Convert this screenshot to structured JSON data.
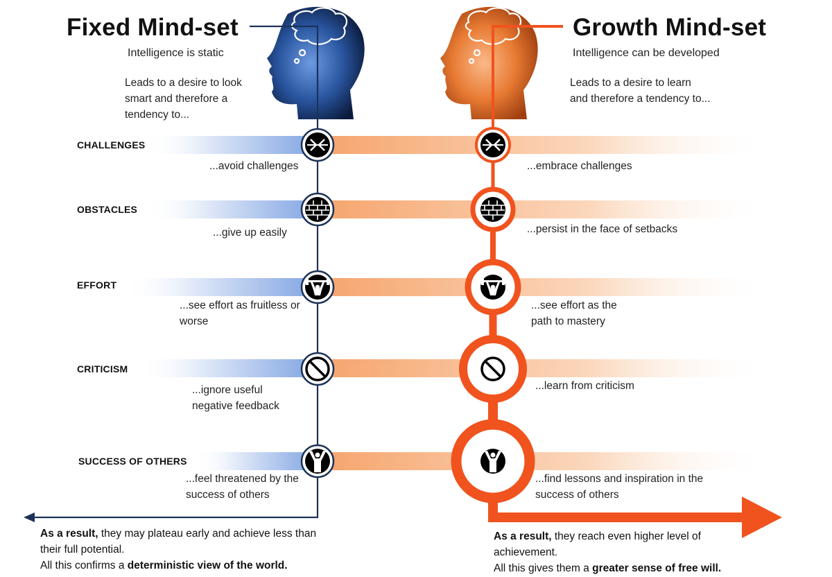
{
  "fixed": {
    "title": "Fixed Mind-set",
    "subtitle": "Intelligence is static",
    "lead": "Leads to a desire to look smart and therefore a tendency to...",
    "responses": [
      "...avoid challenges",
      "...give up easily",
      "...see effort as fruitless or worse",
      "...ignore useful negative feedback",
      "...feel threatened by the success of others"
    ],
    "result_bold": "As a result,",
    "result_text": " they may plateau early and achieve less than their full potential.",
    "confirm_text": "All this confirms a ",
    "confirm_bold": "deterministic view of the world."
  },
  "growth": {
    "title": "Growth Mind-set",
    "subtitle": "Intelligence can be developed",
    "lead": "Leads to a desire to learn and therefore a tendency to...",
    "responses": [
      "...embrace challenges",
      "...persist in the face of setbacks",
      "...see effort as the path to mastery",
      "...learn from criticism",
      "...find lessons and inspiration in the success of others"
    ],
    "result_bold": "As a result,",
    "result_text": " they reach even higher level of achievement.",
    "confirm_text": "All this gives them a ",
    "confirm_bold": "greater sense of free will."
  },
  "categories": [
    "CHALLENGES",
    "OBSTACLES",
    "EFFORT",
    "CRITICISM",
    "SUCCESS OF OTHERS"
  ],
  "icons": [
    "challenge-arrows-icon",
    "brick-wall-icon",
    "weightlifter-icon",
    "no-sign-icon",
    "raised-arms-person-icon"
  ],
  "colors": {
    "fixed": "#1c3357",
    "fixed_band": "#8aaee6",
    "growth": "#f0531e",
    "growth_band": "#f7a873",
    "head_blue": "#2f5ea8",
    "head_orange": "#e97d35"
  }
}
